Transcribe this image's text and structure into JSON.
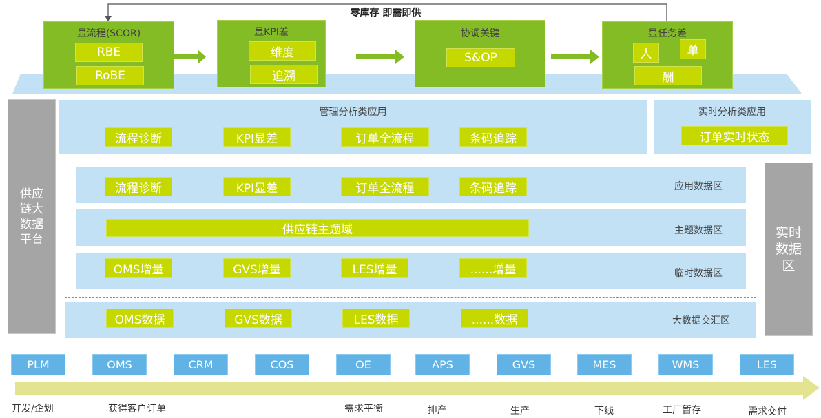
{
  "title": "零库存 即需即供",
  "top_stages": [
    {
      "title": "显流程(SCOR)",
      "chips": [
        "RBE",
        "RoBE"
      ]
    },
    {
      "title": "显KPI差",
      "chips": [
        "维度",
        "追溯"
      ]
    },
    {
      "title": "协调关键",
      "chips": [
        "S&OP"
      ]
    },
    {
      "title": "显任务差",
      "chips": [
        "人",
        "单",
        "酬"
      ]
    }
  ],
  "left_platform_label": "供应链大数据平台",
  "left_platform_lines": [
    "供应",
    "链大",
    "数据",
    "平台"
  ],
  "right_realtime_lines": [
    "实时",
    "数据",
    "区"
  ],
  "management_apps": {
    "title": "管理分析类应用",
    "chips": [
      "流程诊断",
      "KPI显差",
      "订单全流程",
      "条码追踪"
    ]
  },
  "realtime_apps": {
    "title": "实时分析类应用",
    "chips": [
      "订单实时状态"
    ]
  },
  "data_layers": [
    {
      "label": "应用数据区",
      "chips": [
        "流程诊断",
        "KPI显差",
        "订单全流程",
        "条码追踪"
      ]
    },
    {
      "label": "主题数据区",
      "chips": [
        "供应链主题域"
      ]
    },
    {
      "label": "临时数据区",
      "chips": [
        "OMS增量",
        "GVS增量",
        "LES增量",
        "......增量"
      ]
    },
    {
      "label": "大数据交汇区",
      "chips": [
        "OMS数据",
        "GVS数据",
        "LES数据",
        "......数据"
      ]
    }
  ],
  "systems": [
    "PLM",
    "OMS",
    "CRM",
    "COS",
    "OE",
    "APS",
    "GVS",
    "MES",
    "WMS",
    "LES"
  ],
  "process_stages": [
    "开发/企划",
    "获得客户订单",
    "需求平衡",
    "排产",
    "生产",
    "下线",
    "工厂暂存",
    "需求交付"
  ],
  "colors": {
    "stage_green": "#84bc26",
    "chip_lime": "#c5d800",
    "layer_blue": "#c2e1f5",
    "system_blue": "#62b3e5",
    "platform_grey": "#a5a5a5",
    "flow_arrow": "#e2e491"
  }
}
